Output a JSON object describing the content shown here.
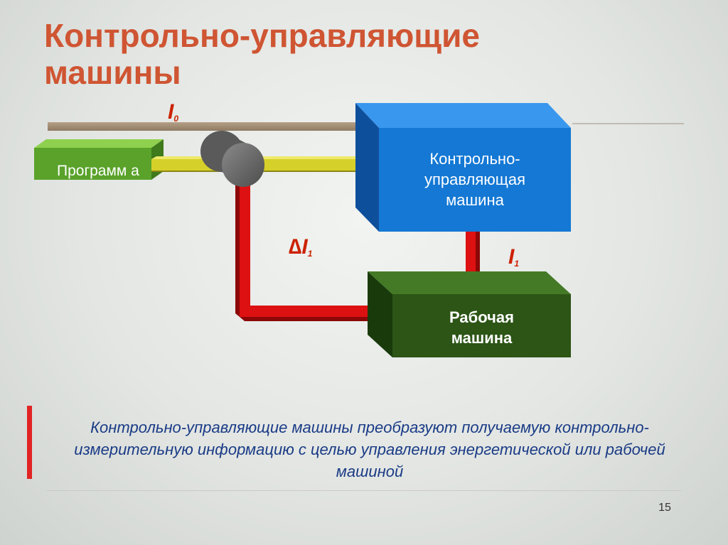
{
  "title": {
    "line1": "Контрольно-управляющие",
    "line2": "машины"
  },
  "diagram": {
    "program_label": "Программ а",
    "control_machine_label": [
      "Контрольно-",
      "управляющая",
      "машина"
    ],
    "work_machine_label": [
      "Рабочая",
      "машина"
    ],
    "signal_i0": {
      "symbol": "I",
      "subscript": "0"
    },
    "signal_delta_i1": {
      "symbol": "∆I",
      "subscript": "1"
    },
    "signal_i1": {
      "symbol": "I",
      "subscript": "1"
    }
  },
  "description": "Контрольно-управляющие машины преобразуют получаемую контрольно-измерительную информацию с целью управления энергетической или рабочей машиной",
  "page_number": "15",
  "colors": {
    "title": "#cf5533",
    "blue_box": "#1478d4",
    "green_box": "#2c5516",
    "program_box": "#5aa22a",
    "yellow_arrow": "#d6d02a",
    "red_arrow": "#dd1111",
    "description_text": "#1a3b86"
  }
}
